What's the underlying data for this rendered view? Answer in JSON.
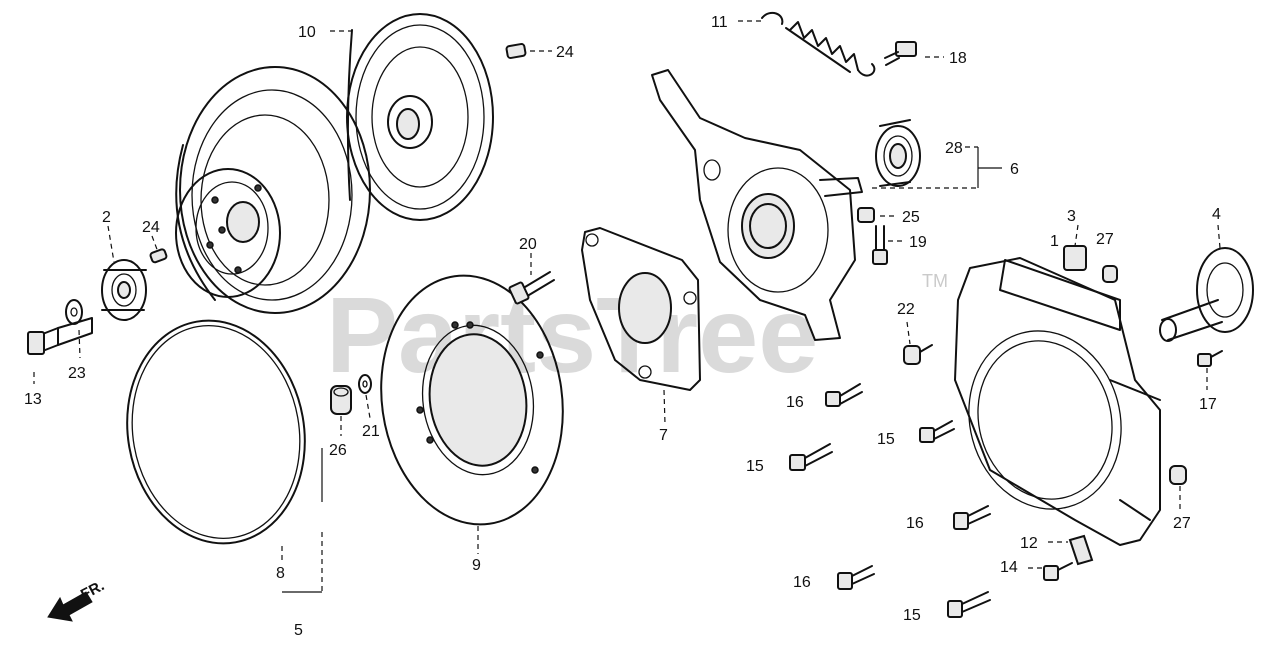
{
  "labels": {
    "p1": "1",
    "p2": "2",
    "p3": "3",
    "p4": "4",
    "p5": "5",
    "p6": "6",
    "p7": "7",
    "p8": "8",
    "p9": "9",
    "p10": "10",
    "p11": "11",
    "p12": "12",
    "p13": "13",
    "p14": "14",
    "p15a": "15",
    "p15b": "15",
    "p15c": "15",
    "p16a": "16",
    "p16b": "16",
    "p16c": "16",
    "p17": "17",
    "p18": "18",
    "p19": "19",
    "p20": "20",
    "p21": "21",
    "p22": "22",
    "p23": "23",
    "p24a": "24",
    "p24b": "24",
    "p25": "25",
    "p26": "26",
    "p27a": "27",
    "p27b": "27",
    "p28": "28"
  },
  "watermark": {
    "text": "PartsTree",
    "trademark": "TM"
  },
  "direction": {
    "text": "FR."
  }
}
